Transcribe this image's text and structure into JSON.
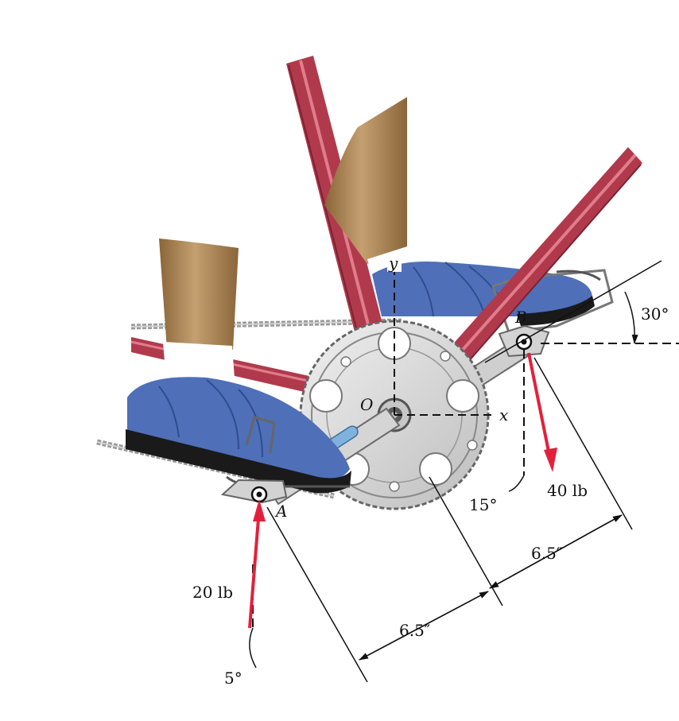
{
  "diagram": {
    "point_labels": {
      "origin": "O",
      "pedal_a": "A",
      "pedal_b": "B"
    },
    "axis_labels": {
      "x": "x",
      "y": "y"
    },
    "forces": {
      "at_a": "20 lb",
      "at_b": "40 lb"
    },
    "angles": {
      "crank": "30°",
      "force_b": "15°",
      "force_a": "5°"
    },
    "dimensions": {
      "crank_a": "6.5″",
      "crank_b": "6.5″"
    },
    "colors": {
      "frame_tube": "#b03a4c",
      "frame_tube_highlight": "#e07d8c",
      "shoe_blue": "#4f6fb8",
      "shoe_sole": "#1a1a1a",
      "leg_skin": "#a47c4e",
      "sock": "#ffffff",
      "chainring": "#d9d9d9",
      "crank_slot": "#7fb2dd",
      "force_arrow": "#e3203a"
    }
  }
}
